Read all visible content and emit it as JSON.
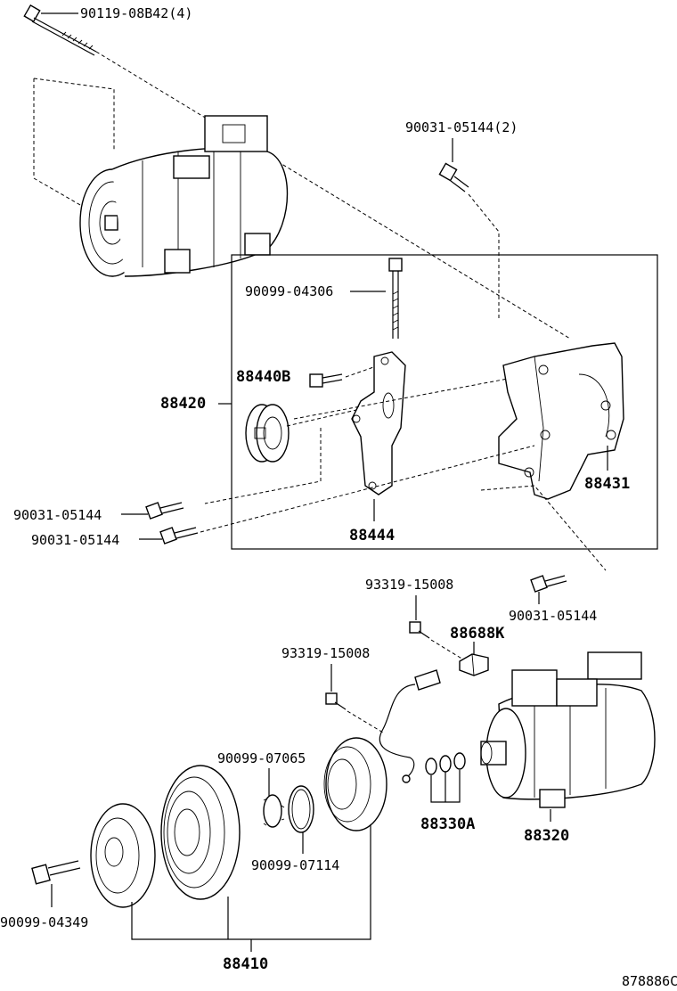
{
  "labels": {
    "bolt_top": "90119-08B42(4)",
    "bolt_upper_right": "90031-05144(2)",
    "bolt_bracket": "90099-04306",
    "idler_pulley": "88440B",
    "bracket_assembly": "88420",
    "bolt_left_1": "90031-05144",
    "bolt_left_2": "90031-05144",
    "bracket_plate": "88444",
    "bracket_main": "88431",
    "bolt_right": "90031-05144",
    "screw_1": "93319-15008",
    "connector": "88688K",
    "screw_2": "93319-15008",
    "snap_ring_1": "90099-07065",
    "shims": "88330A",
    "compressor": "88320",
    "snap_ring_2": "90099-07114",
    "bolt_clutch": "90099-04349",
    "clutch_assembly": "88410",
    "diagram_code": "878886C"
  }
}
